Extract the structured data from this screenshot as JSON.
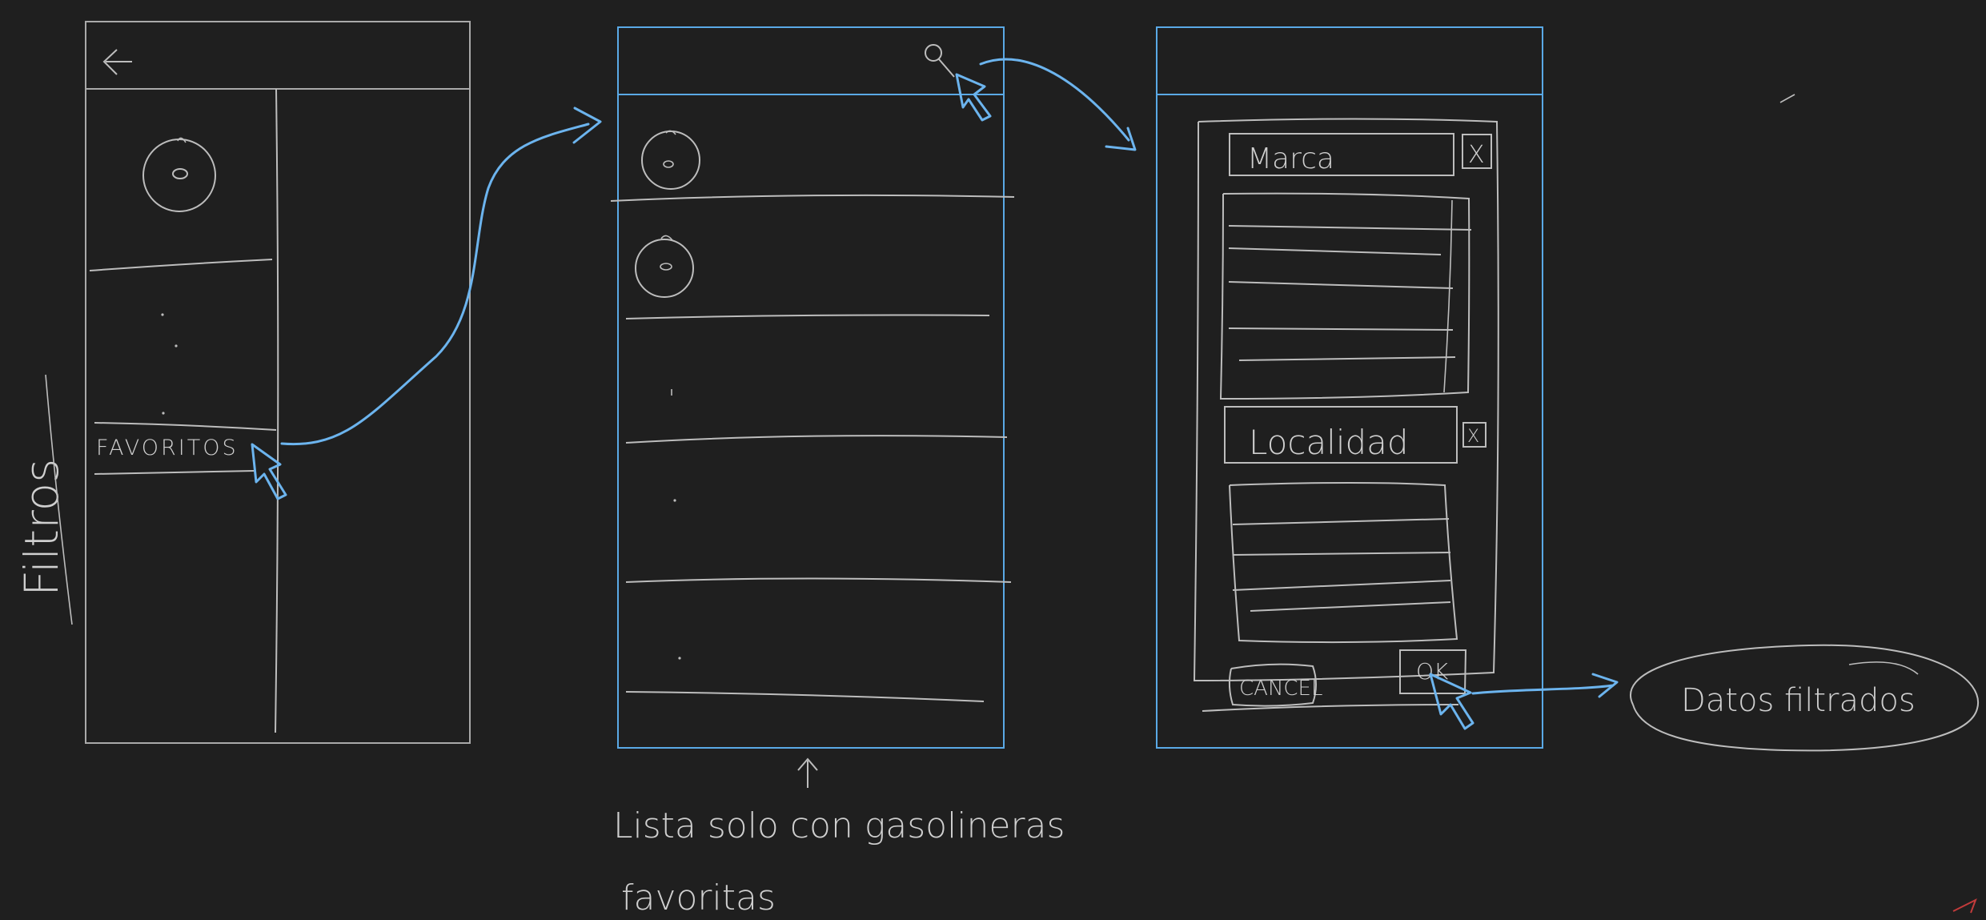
{
  "annotations": {
    "side_label": "Filtros",
    "list_note_line1": "Lista solo con gasolineras",
    "list_note_line2": "favoritas",
    "result_bubble": "Datos filtrados"
  },
  "drawer_screen": {
    "favorites_item": "FAVORITOS"
  },
  "filter_screen": {
    "brand_field": "Marca",
    "location_field": "Localidad",
    "close_symbol": "X",
    "cancel_button": "CANCEL",
    "ok_button": "OK"
  },
  "colors": {
    "background": "#1f1f1f",
    "sketch_stroke": "#bdbdbd",
    "flow_arrow": "#6cb4ee",
    "frame_blue": "#5aa9e6"
  },
  "icons": [
    "back-arrow-icon",
    "avatar-icon",
    "filter-key-icon",
    "close-icon",
    "cursor-icon",
    "up-arrow-icon"
  ]
}
